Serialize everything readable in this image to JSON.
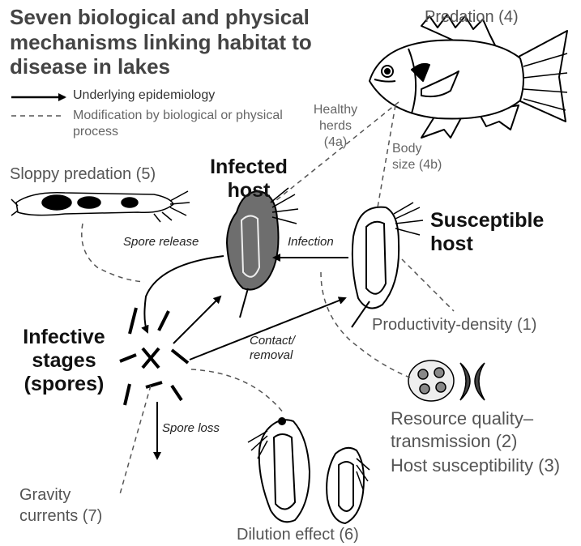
{
  "title": "Seven biological and physical mechanisms linking habitat to disease in lakes",
  "legend": {
    "solid": "Underlying epidemiology",
    "dashed": "Modification by biological or physical process"
  },
  "nodes": {
    "infected": [
      "Infected",
      "host"
    ],
    "susceptible": [
      "Susceptible",
      "host"
    ],
    "infective": [
      "Infective",
      "stages",
      "(spores)"
    ]
  },
  "arrows": {
    "spore_release": "Spore release",
    "infection": "Infection",
    "contact_removal": [
      "Contact/",
      "removal"
    ],
    "spore_loss": "Spore loss"
  },
  "mechanisms": {
    "predation": "Predation (4)",
    "healthy_herds": [
      "Healthy",
      "herds",
      "(4a)"
    ],
    "body_size": [
      "Body",
      "size (4b)"
    ],
    "sloppy_predation": "Sloppy predation (5)",
    "productivity_density": "Productivity-density (1)",
    "resource_quality": [
      "Resource quality–",
      "transmission (2)"
    ],
    "host_susceptibility": "Host susceptibility (3)",
    "gravity_currents": [
      "Gravity",
      "currents (7)"
    ],
    "dilution_effect": "Dilution effect (6)"
  }
}
